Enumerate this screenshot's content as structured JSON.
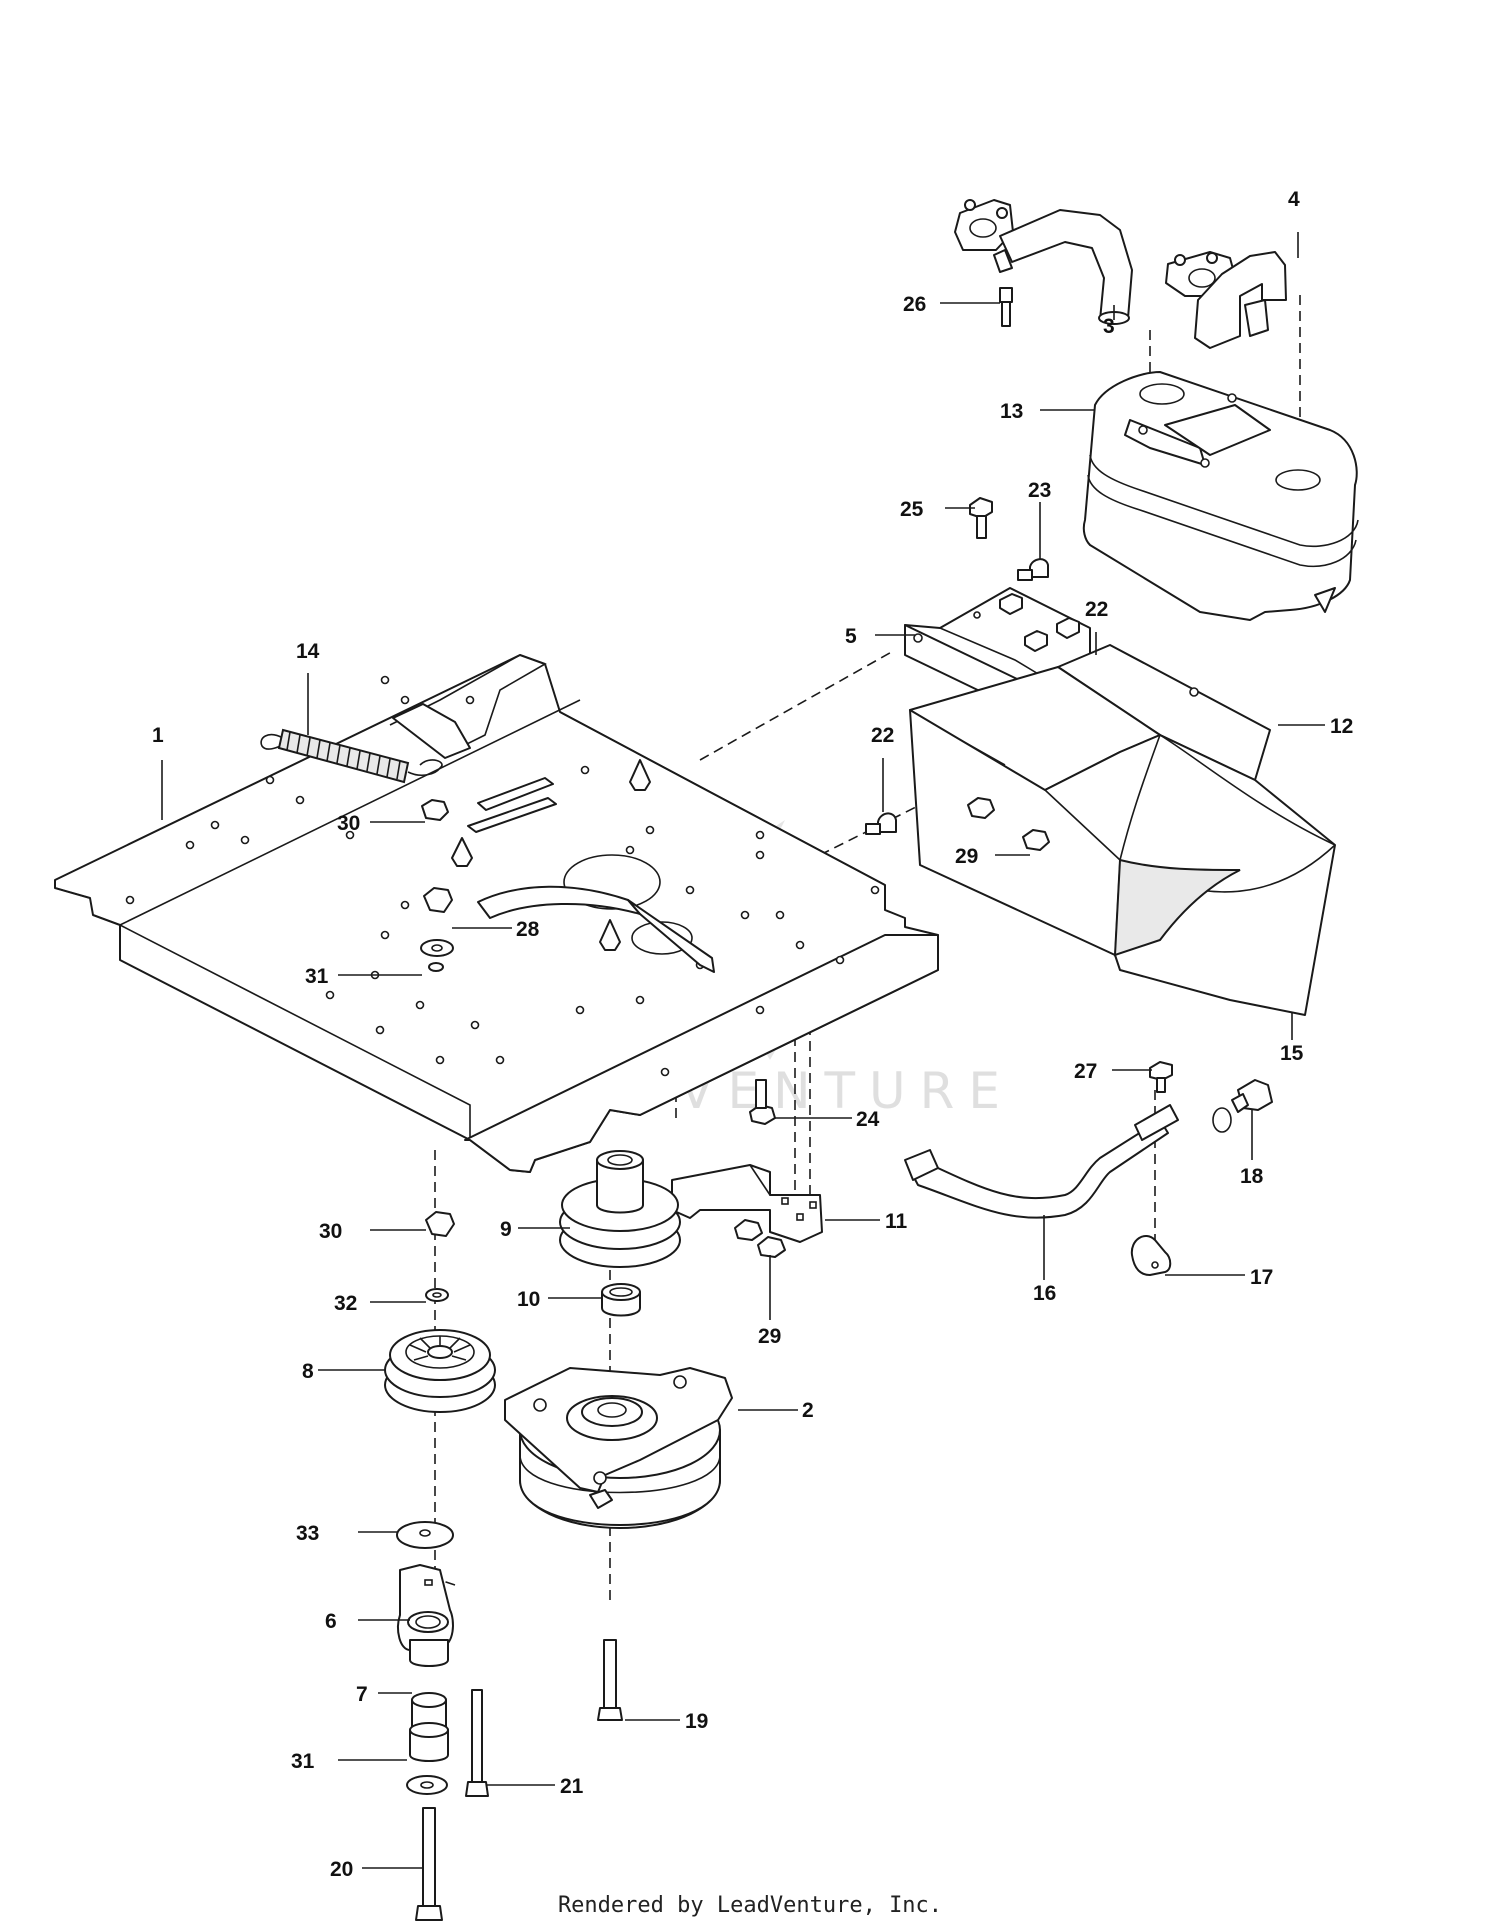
{
  "callouts": {
    "c1": "1",
    "c2": "2",
    "c3": "3",
    "c4": "4",
    "c5": "5",
    "c6": "6",
    "c7": "7",
    "c8": "8",
    "c9": "9",
    "c10": "10",
    "c11": "11",
    "c12": "12",
    "c13": "13",
    "c14": "14",
    "c15": "15",
    "c16": "16",
    "c17": "17",
    "c18": "18",
    "c19": "19",
    "c20": "20",
    "c21": "21",
    "c22a": "22",
    "c22b": "22",
    "c23": "23",
    "c24": "24",
    "c25": "25",
    "c26": "26",
    "c27": "27",
    "c28": "28",
    "c29a": "29",
    "c29b": "29",
    "c30a": "30",
    "c30b": "30",
    "c31a": "31",
    "c31b": "31",
    "c32": "32",
    "c33": "33"
  },
  "watermark": {
    "text": "LEADVENTURE"
  },
  "footer": {
    "text": "Rendered by LeadVenture, Inc."
  },
  "colors": {
    "line": "#1a1a1a",
    "watermark": "#c6c6c6",
    "background": "#ffffff"
  }
}
